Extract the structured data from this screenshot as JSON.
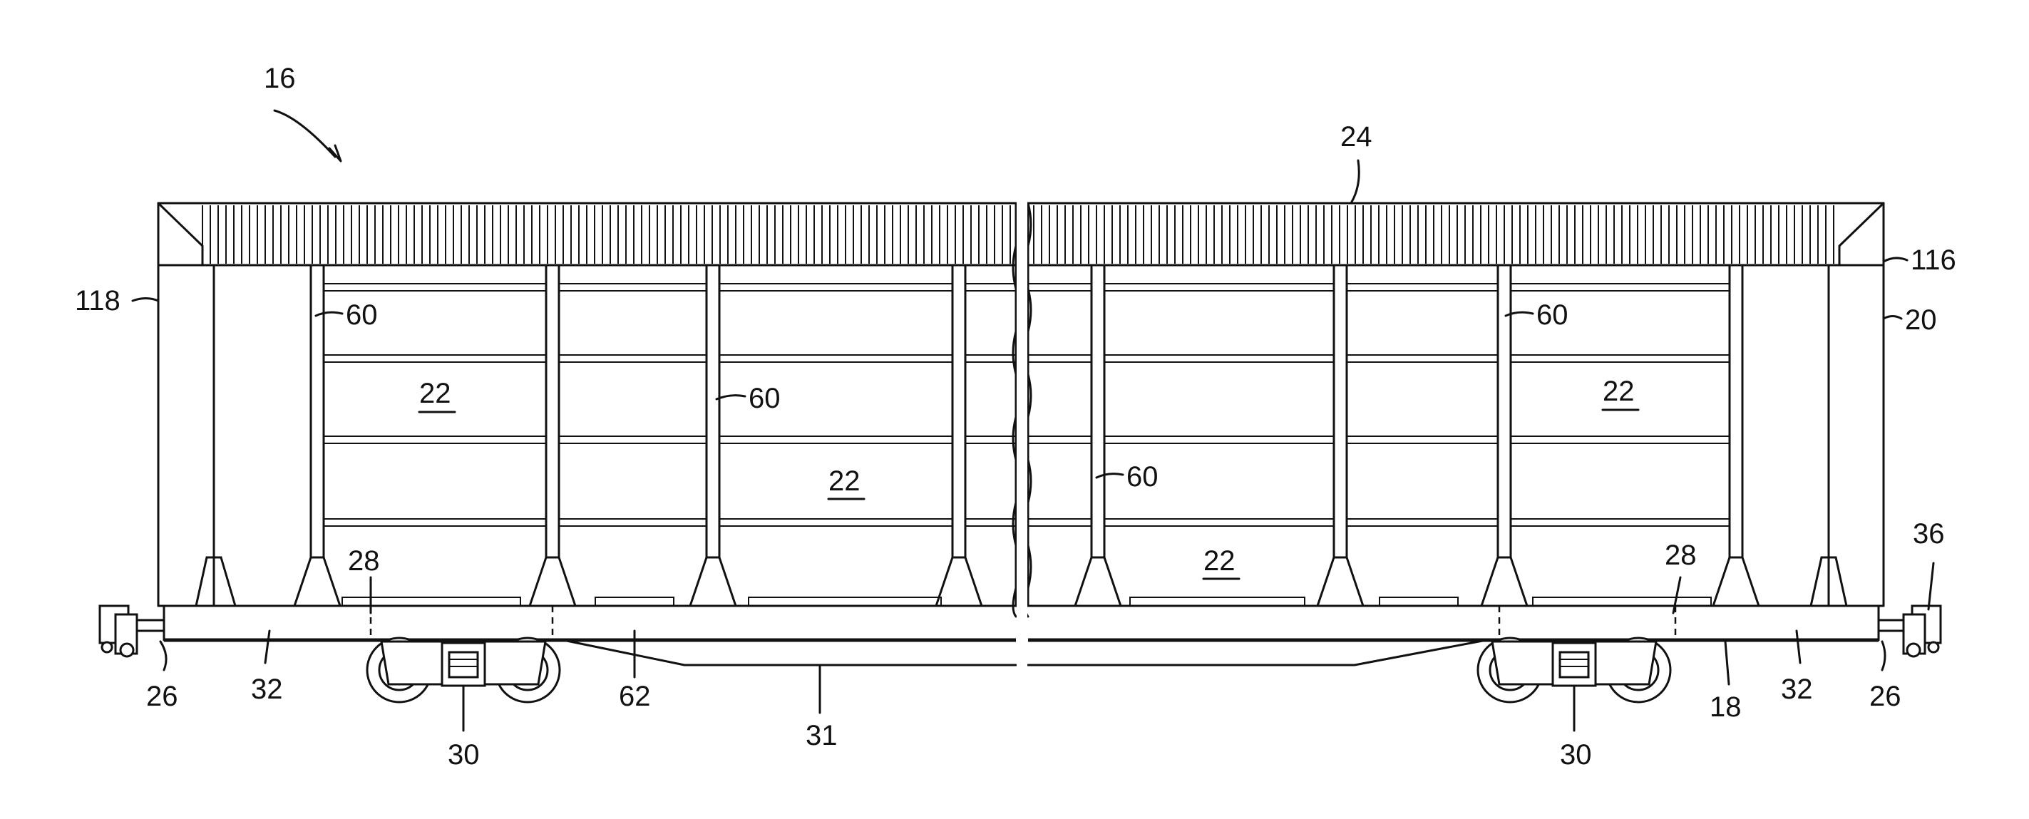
{
  "figure": {
    "labels": {
      "l16": "16",
      "l24": "24",
      "l118": "118",
      "l116": "116",
      "l20": "20",
      "l60a": "60",
      "l60b": "60",
      "l60c": "60",
      "l60d": "60",
      "l22a": "22",
      "l22b": "22",
      "l22c": "22",
      "l22d": "22",
      "l28a": "28",
      "l28b": "28",
      "l36": "36",
      "l26a": "26",
      "l26b": "26",
      "l32a": "32",
      "l32b": "32",
      "l30a": "30",
      "l30b": "30",
      "l62": "62",
      "l31": "31",
      "l18": "18"
    }
  }
}
